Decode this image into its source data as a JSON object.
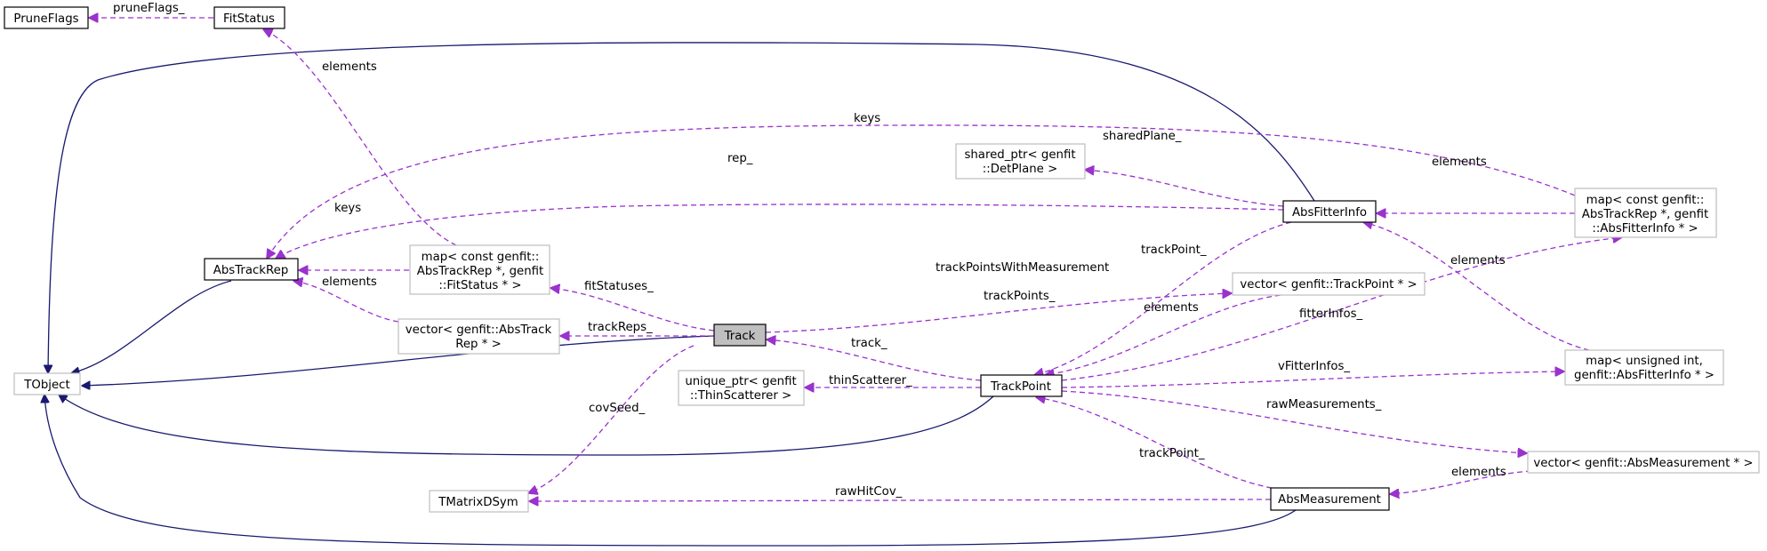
{
  "nodes": {
    "tobject": "TObject",
    "prune_flags": "PruneFlags",
    "fit_status": "FitStatus",
    "abs_track_rep": "AbsTrackRep",
    "map_fitstatus": [
      "map< const genfit::",
      "AbsTrackRep *, genfit",
      "::FitStatus * >"
    ],
    "vector_abstrackrep": [
      "vector< genfit::AbsTrack",
      "Rep * >"
    ],
    "track": "Track",
    "shared_ptr_detplane": [
      "shared_ptr< genfit",
      "::DetPlane >"
    ],
    "abs_fitter_info": "AbsFitterInfo",
    "map_absfitterinfo": [
      "map< const genfit::",
      "AbsTrackRep *, genfit",
      "::AbsFitterInfo * >"
    ],
    "vector_trackpoint": "vector< genfit::TrackPoint * >",
    "unique_ptr_thinscatterer": [
      "unique_ptr< genfit",
      "::ThinScatterer >"
    ],
    "track_point": "TrackPoint",
    "map_unsigned_absfitterinfo": [
      "map< unsigned int,",
      "genfit::AbsFitterInfo * >"
    ],
    "vector_absmeasurement": "vector< genfit::AbsMeasurement * >",
    "tmatrixdsym": "TMatrixDSym",
    "abs_measurement": "AbsMeasurement"
  },
  "edge_labels": {
    "prune_flags": "pruneFlags_",
    "fit_status_elements": "elements",
    "keys_top": "keys",
    "rep": "rep_",
    "shared_plane": "sharedPlane_",
    "elements_afi": "elements",
    "keys_mid": "keys",
    "elements_atr": "elements",
    "fit_statuses": "fitStatuses_",
    "track_reps": "trackReps_",
    "track_point_afi": "trackPoint_",
    "track_points_with_measurement": "trackPointsWithMeasurement",
    "track_points": "trackPoints_",
    "elements_vtp": "elements",
    "elements_map_unsigned": "elements",
    "fitter_infos": "fitterInfos_",
    "track": "track_",
    "thin_scatterer": "thinScatterer_",
    "v_fitter_infos": "vFitterInfos_",
    "cov_seed": "covSeed_",
    "raw_measurements": "rawMeasurements_",
    "track_point_am": "trackPoint_",
    "elements_am": "elements",
    "raw_hit_cov": "rawHitCov_"
  },
  "colors": {
    "inheritance": "#191970",
    "usage": "#9a32cd",
    "focus_fill": "#bfbfbf",
    "external_border": "#bfbfbf"
  }
}
